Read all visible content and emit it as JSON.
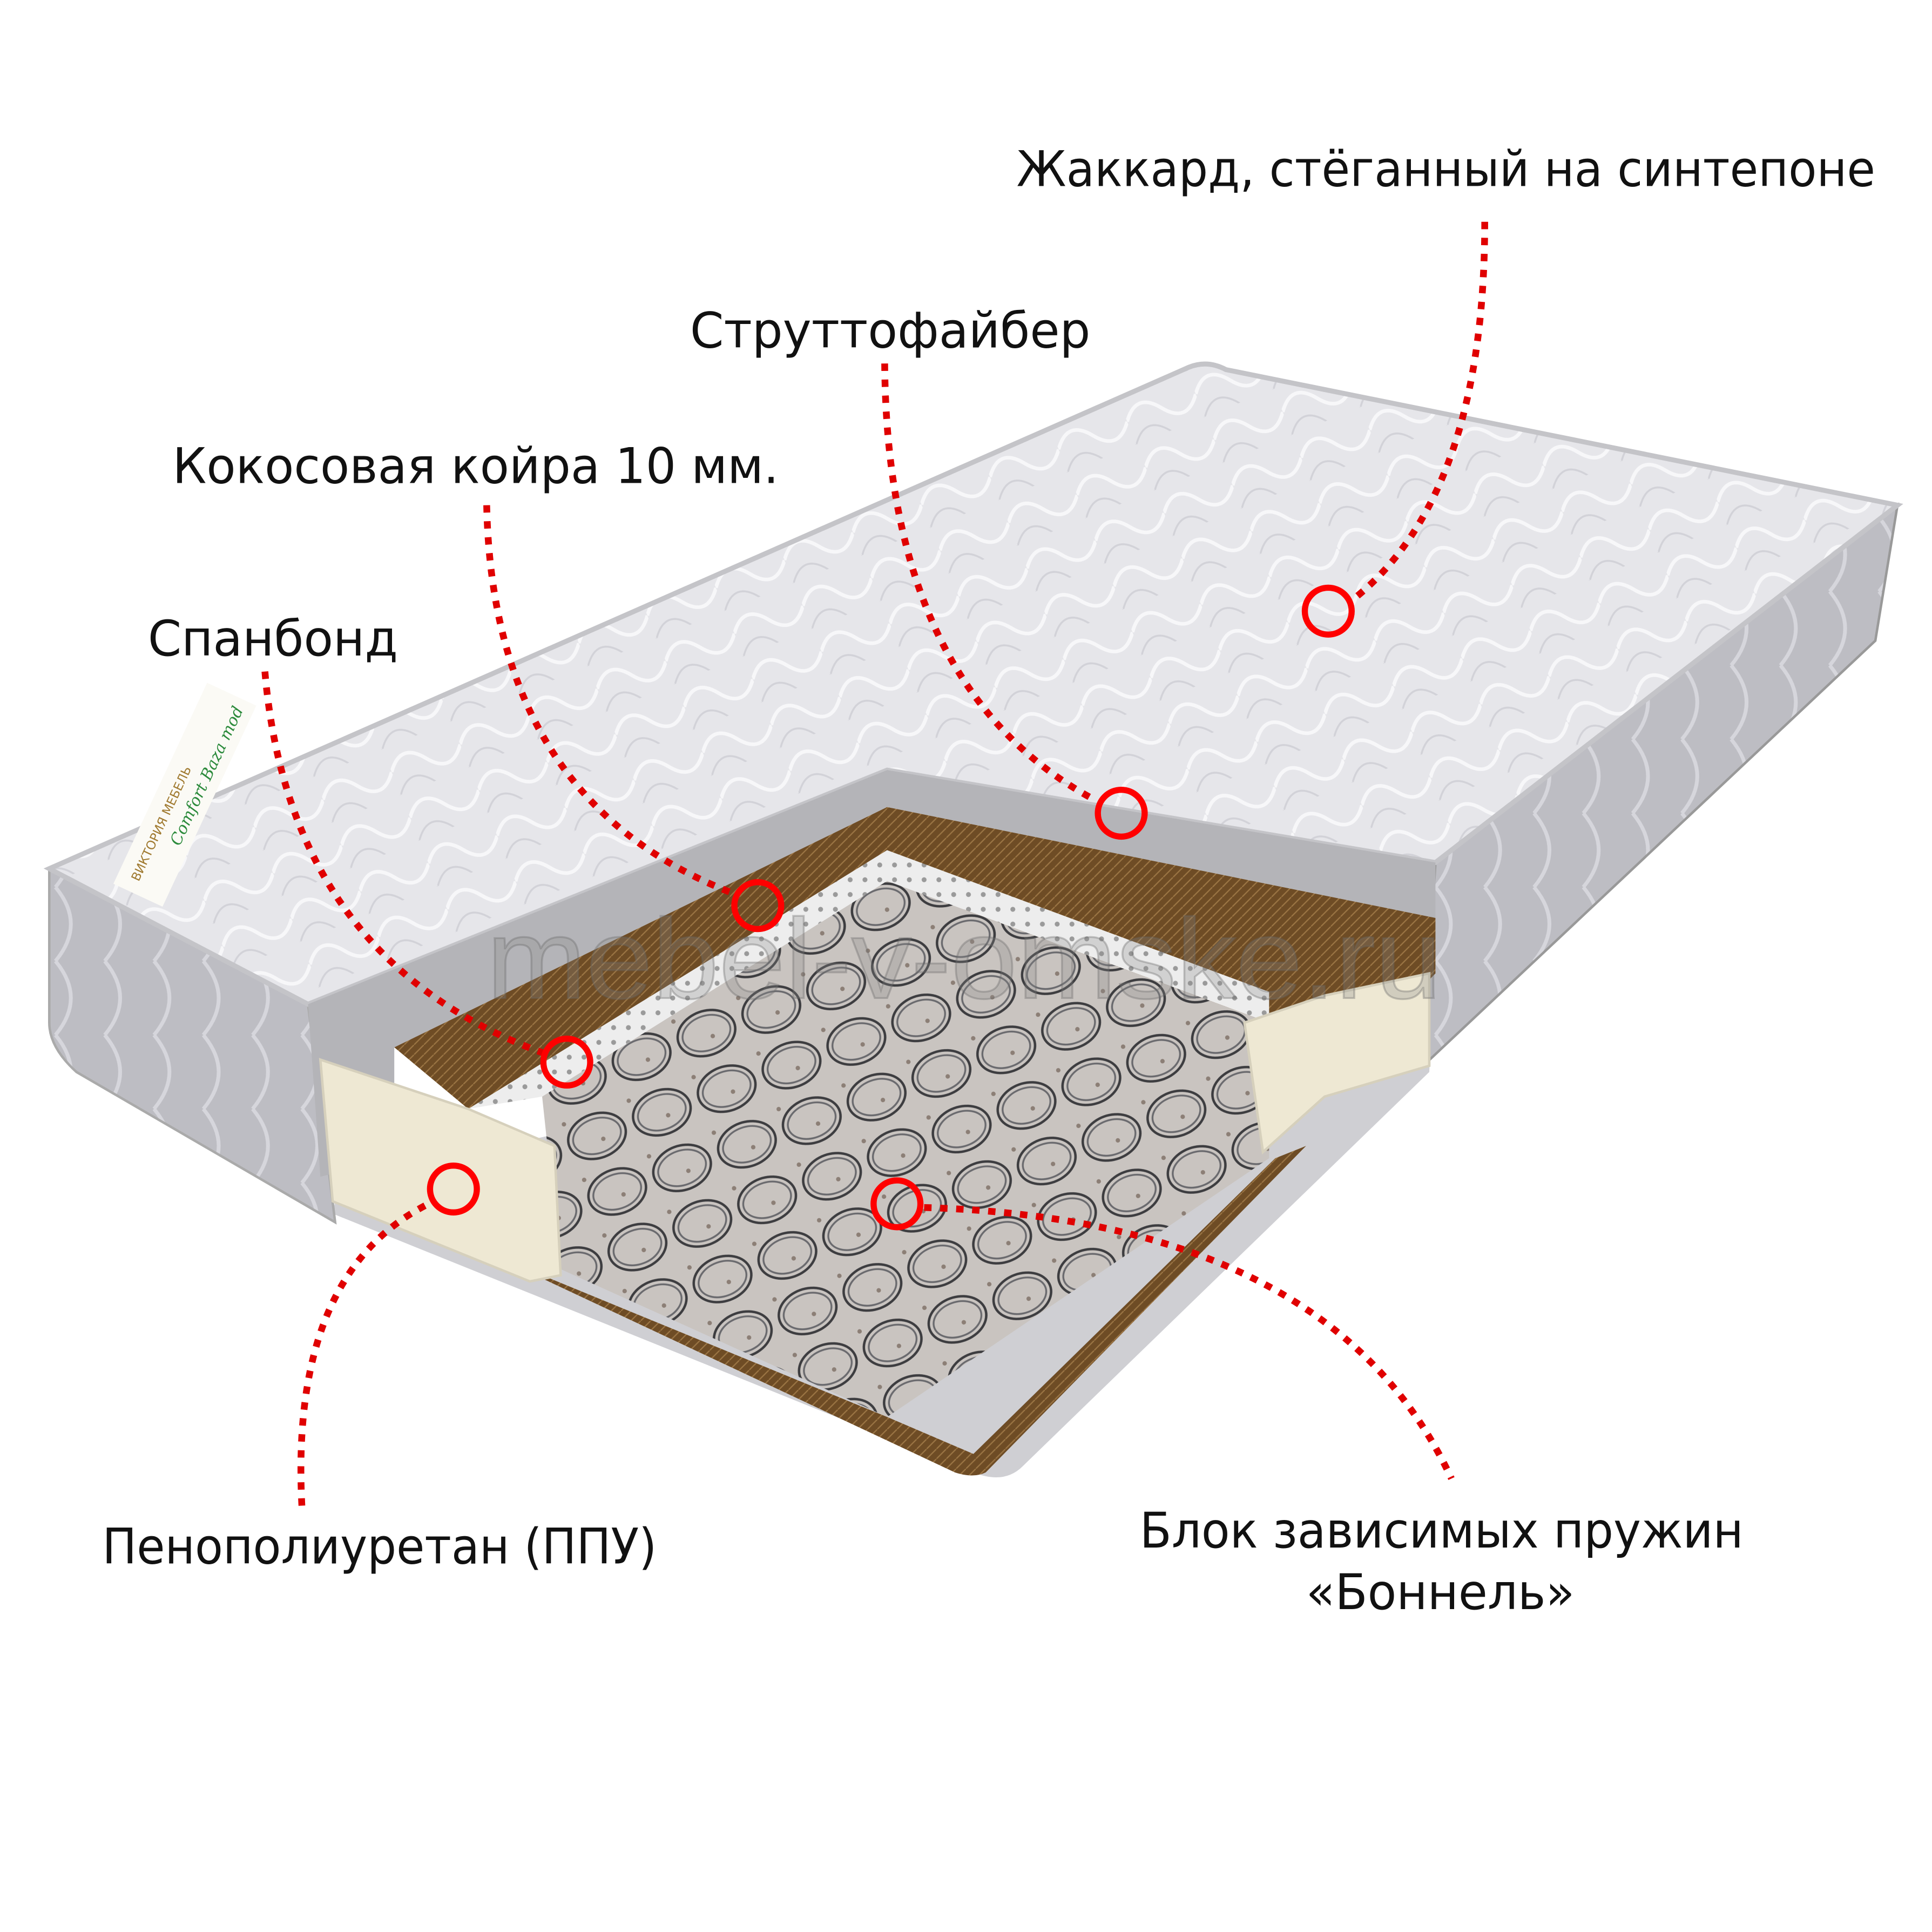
{
  "labels": {
    "jacquard": "Жаккард, стёганный на синтепоне",
    "struttofiber": "Струттофайбер",
    "coir": "Кокосовая койра 10 мм.",
    "spunbond": "Спанбонд",
    "ppu": "Пенополиуретан (ППУ)",
    "bonnel_line1": "Блок зависимых пружин",
    "bonnel_line2": "«Боннель»"
  },
  "watermark": "mebel-v-omske.ru",
  "tag_label": {
    "brand": "ВИКТОРИЯ МЕБЕЛЬ",
    "script": "Comfort Baza mod"
  },
  "colors": {
    "accent": "#ff0000",
    "coir": "#6b4a24",
    "foam": "#efe9d6",
    "fabric": "#e4e4e8"
  }
}
